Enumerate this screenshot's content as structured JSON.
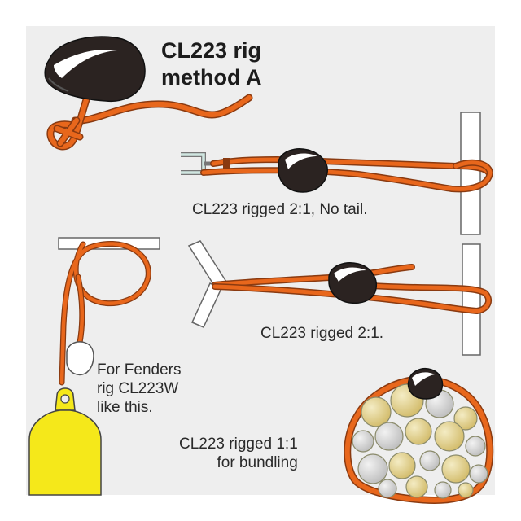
{
  "title": {
    "line1": "CL223 rig",
    "line2": "method A"
  },
  "captions": {
    "rig_2to1_no_tail": "CL223 rigged 2:1, No tail.",
    "rig_2to1": "CL223 rigged 2:1.",
    "fenders": {
      "line1": "For Fenders",
      "line2": "rig CL223W",
      "line3": "like this."
    },
    "bundling": {
      "line1": "CL223 rigged 1:1",
      "line2": "for bundling"
    }
  },
  "colors": {
    "rope": "#e8671c",
    "rope_outline": "#8a3a10",
    "cleat": "#2b2321",
    "cleat_highlight": "#ffffff",
    "fender": "#f5e81a",
    "log_light": "#e6d99a",
    "log_gold": "#d8b85a",
    "log_grey": "#cfcfcf",
    "rail": "#ffffff",
    "background": "#eeeeee"
  }
}
